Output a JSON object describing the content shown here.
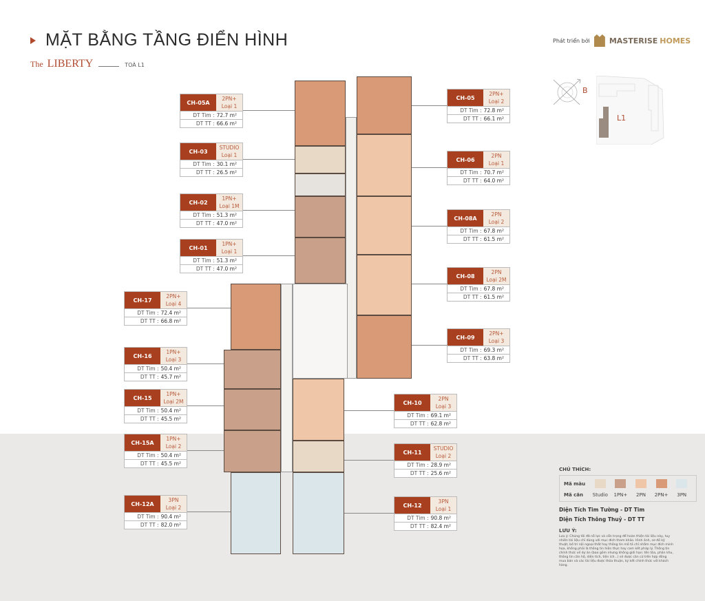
{
  "header": {
    "title": "MẶT BẰNG TẦNG ĐIỂN HÌNH",
    "project_prefix": "The",
    "project_name": "LIBERTY",
    "tower": "TOÀ L1"
  },
  "brand": {
    "developed_by": "Phát triển bởi",
    "name_part1": "MASTERISE",
    "name_part2": "HOMES"
  },
  "keyplan": {
    "direction": "B",
    "tower_label": "L1"
  },
  "colors": {
    "accent": "#a8401f",
    "studio": "#e8d9c6",
    "1PN+": "#c9a08a",
    "2PN": "#efc6a8",
    "2PN+": "#d99a78",
    "3PN": "#dbe6ea"
  },
  "units": [
    {
      "code": "CH-05A",
      "type": "2PN+",
      "variant": "Loại 1",
      "dt_tim": "72.7 m²",
      "dt_tt": "66.6 m²"
    },
    {
      "code": "CH-03",
      "type": "STUDIO",
      "variant": "Loại 1",
      "dt_tim": "30.1 m²",
      "dt_tt": "26.5 m²"
    },
    {
      "code": "CH-02",
      "type": "1PN+",
      "variant": "Loại 1M",
      "dt_tim": "51.3 m²",
      "dt_tt": "47.0 m²"
    },
    {
      "code": "CH-01",
      "type": "1PN+",
      "variant": "Loại 1",
      "dt_tim": "51.3 m²",
      "dt_tt": "47.0 m²"
    },
    {
      "code": "CH-17",
      "type": "2PN+",
      "variant": "Loại 4",
      "dt_tim": "72.4 m²",
      "dt_tt": "66.8 m²"
    },
    {
      "code": "CH-16",
      "type": "1PN+",
      "variant": "Loại 3",
      "dt_tim": "50.4 m²",
      "dt_tt": "45.7 m²"
    },
    {
      "code": "CH-15",
      "type": "1PN+",
      "variant": "Loại 2M",
      "dt_tim": "50.4 m²",
      "dt_tt": "45.5 m²"
    },
    {
      "code": "CH-15A",
      "type": "1PN+",
      "variant": "Loại 2",
      "dt_tim": "50.4 m²",
      "dt_tt": "45.5 m²"
    },
    {
      "code": "CH-12A",
      "type": "3PN",
      "variant": "Loại 2",
      "dt_tim": "90.4 m²",
      "dt_tt": "82.0 m²"
    },
    {
      "code": "CH-05",
      "type": "2PN+",
      "variant": "Loại 2",
      "dt_tim": "72.8 m²",
      "dt_tt": "66.1 m²"
    },
    {
      "code": "CH-06",
      "type": "2PN",
      "variant": "Loại 1",
      "dt_tim": "70.7 m²",
      "dt_tt": "64.0 m²"
    },
    {
      "code": "CH-08A",
      "type": "2PN",
      "variant": "Loại 2",
      "dt_tim": "67.8 m²",
      "dt_tt": "61.5 m²"
    },
    {
      "code": "CH-08",
      "type": "2PN",
      "variant": "Loại 2M",
      "dt_tim": "67.8 m²",
      "dt_tt": "61.5 m²"
    },
    {
      "code": "CH-09",
      "type": "2PN+",
      "variant": "Loại 3",
      "dt_tim": "69.3 m²",
      "dt_tt": "63.8 m²"
    },
    {
      "code": "CH-10",
      "type": "2PN",
      "variant": "Loại 3",
      "dt_tim": "69.1 m²",
      "dt_tt": "62.8 m²"
    },
    {
      "code": "CH-11",
      "type": "STUDIO",
      "variant": "Loại 2",
      "dt_tim": "28.9 m²",
      "dt_tt": "25.6 m²"
    },
    {
      "code": "CH-12",
      "type": "3PN",
      "variant": "Loại 1",
      "dt_tim": "90.8 m²",
      "dt_tt": "82.4 m²"
    }
  ],
  "labels": {
    "dt_tim": "DT Tim :",
    "dt_tt": "DT TT :"
  },
  "legend": {
    "heading": "CHÚ THÍCH:",
    "color_label": "Mã màu",
    "type_label": "Mã căn",
    "types": [
      "Studio",
      "1PN+",
      "2PN",
      "2PN+",
      "3PN"
    ],
    "abbr1": "Diện Tích Tim Tường - DT Tim",
    "abbr2": "Diện Tích Thông Thuỷ - DT TT",
    "note_heading": "LƯU Ý:",
    "note": "Lưu ý: Chúng tôi đã nỗ lực và cẩn trọng để hoàn thiện tài liệu này, tuy nhiên tài liệu chỉ dùng với mục đích tham khảo. Hình ảnh, sơ đồ kỹ thuật, bố trí nội ngoại thất hay thông tin mô tả chỉ nhằm mục đích minh họa, không phải là thông tin hiện thực hay cam kết pháp lý. Thông tin chính thức về dự án (bao gồm nhưng không giới hạn: tên tòa, phân khu, thông tin căn hộ, diện tích, tiện ích...) sẽ được căn cứ trên hợp đồng mua bán và các tài liệu được thỏa thuận, ký kết chính thức với khách hàng."
  }
}
